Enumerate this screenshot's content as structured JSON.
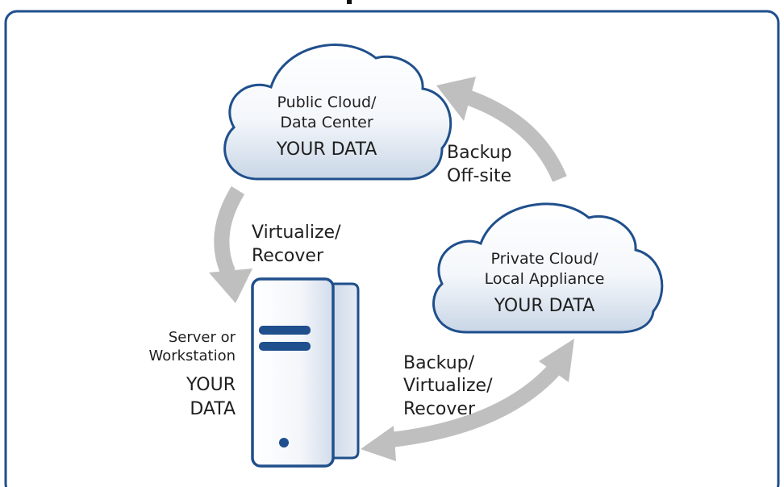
{
  "colors": {
    "frame": "#1f4f8c",
    "cloud_outline": "#1f4f8c",
    "arrow": "#bfbfbf",
    "server_bar": "#1f4f8c",
    "text": "#1f1f1f"
  },
  "public_cloud": {
    "title_line1": "Public Cloud/",
    "title_line2": "Data Center",
    "data_label": "YOUR DATA"
  },
  "private_cloud": {
    "title_line1": "Private Cloud/",
    "title_line2": "Local Appliance",
    "data_label": "YOUR DATA"
  },
  "server": {
    "title_line1": "Server or",
    "title_line2": "Workstation",
    "data_line1": "YOUR",
    "data_line2": "DATA"
  },
  "arrows": {
    "backup_offsite_line1": "Backup",
    "backup_offsite_line2": "Off-site",
    "virtualize_recover_line1": "Virtualize/",
    "virtualize_recover_line2": "Recover",
    "local_line1": "Backup/",
    "local_line2": "Virtualize/",
    "local_line3": "Recover"
  }
}
